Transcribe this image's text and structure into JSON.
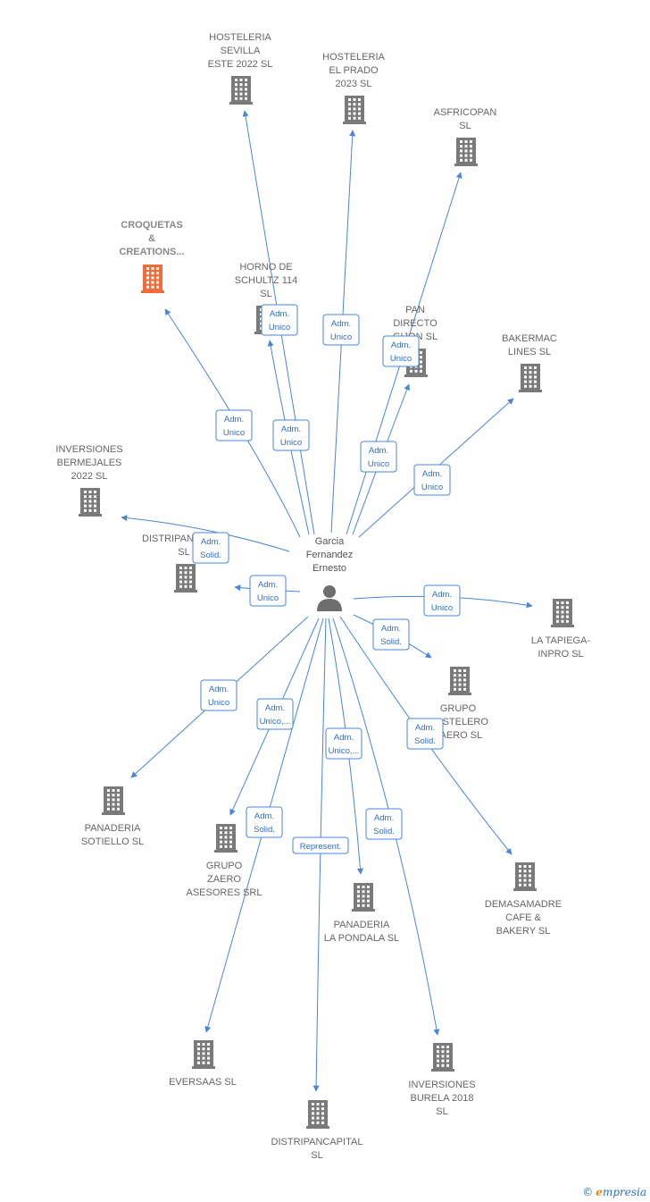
{
  "center": {
    "name_lines": [
      "Garcia",
      "Fernandez",
      "Ernesto"
    ],
    "icon": "person-icon"
  },
  "nodes": [
    {
      "id": "hosteleria-sevilla",
      "lines": [
        "HOSTELERIA",
        "SEVILLA",
        "ESTE 2022  SL"
      ],
      "icon": "building-icon"
    },
    {
      "id": "hosteleria-el-prado",
      "lines": [
        "HOSTELERIA",
        "EL PRADO",
        "2023  SL"
      ],
      "icon": "building-icon"
    },
    {
      "id": "asfricopan",
      "lines": [
        "ASFRICOPAN",
        "SL"
      ],
      "icon": "building-icon"
    },
    {
      "id": "croquetas",
      "lines": [
        "CROQUETAS",
        "&",
        "CREATIONS..."
      ],
      "icon": "building-icon",
      "highlight": true,
      "color": "#f26b3a"
    },
    {
      "id": "horno-de-schultz",
      "lines": [
        "HORNO DE",
        "SCHULTZ 114",
        "SL"
      ],
      "icon": "building-icon"
    },
    {
      "id": "pan-directo",
      "lines": [
        "PAN",
        "DIRECTO",
        "GIJON  SL"
      ],
      "icon": "building-icon"
    },
    {
      "id": "bakermac",
      "lines": [
        "BAKERMAC",
        "LINES  SL"
      ],
      "icon": "building-icon"
    },
    {
      "id": "inversiones-bermejales",
      "lines": [
        "INVERSIONES",
        "BERMEJALES",
        "2022  SL"
      ],
      "icon": "building-icon"
    },
    {
      "id": "distripandelbe",
      "lines": [
        "DISTRIPANDELBE",
        "SL"
      ],
      "icon": "building-icon"
    },
    {
      "id": "la-tapiega",
      "lines": [
        "LA TAPIEGA-",
        "INPRO SL"
      ],
      "icon": "building-icon"
    },
    {
      "id": "grupo-hostelero",
      "lines": [
        "GRUPO",
        "HOSTELERO",
        "ZAERO  SL"
      ],
      "icon": "building-icon"
    },
    {
      "id": "panaderia-sotiello",
      "lines": [
        "PANADERIA",
        "SOTIELLO  SL"
      ],
      "icon": "building-icon"
    },
    {
      "id": "grupo-zaero-asesores",
      "lines": [
        "GRUPO",
        "ZAERO",
        "ASESORES SRL"
      ],
      "icon": "building-icon"
    },
    {
      "id": "panaderia-la-pondala",
      "lines": [
        "PANADERIA",
        "LA PONDALA  SL"
      ],
      "icon": "building-icon"
    },
    {
      "id": "demasamadre",
      "lines": [
        "DEMASAMADRE",
        "CAFE &",
        "BAKERY  SL"
      ],
      "icon": "building-icon"
    },
    {
      "id": "eversaas",
      "lines": [
        "EVERSAAS  SL"
      ],
      "icon": "building-icon"
    },
    {
      "id": "inversiones-burela",
      "lines": [
        "INVERSIONES",
        "BURELA 2018",
        "SL"
      ],
      "icon": "building-icon"
    },
    {
      "id": "distripancapital",
      "lines": [
        "DISTRIPANCAPITAL",
        "SL"
      ],
      "icon": "building-icon"
    }
  ],
  "edges": [
    {
      "to": "hosteleria-sevilla",
      "lines": [
        "Adm.",
        "Unico"
      ]
    },
    {
      "to": "hosteleria-el-prado",
      "lines": [
        "Adm.",
        "Unico"
      ]
    },
    {
      "to": "asfricopan",
      "lines": [
        "Adm.",
        "Unico"
      ]
    },
    {
      "to": "croquetas",
      "lines": [
        "Adm.",
        "Unico"
      ]
    },
    {
      "to": "horno-de-schultz",
      "lines": [
        "Adm.",
        "Unico"
      ]
    },
    {
      "to": "pan-directo",
      "lines": [
        "Adm.",
        "Unico"
      ]
    },
    {
      "to": "bakermac",
      "lines": [
        "Adm.",
        "Unico"
      ]
    },
    {
      "to": "inversiones-bermejales",
      "lines": [
        "Adm.",
        "Solid."
      ]
    },
    {
      "to": "distripandelbe",
      "lines": [
        "Adm.",
        "Unico"
      ]
    },
    {
      "to": "la-tapiega",
      "lines": [
        "Adm.",
        "Unico"
      ]
    },
    {
      "to": "grupo-hostelero",
      "lines": [
        "Adm.",
        "Solid."
      ]
    },
    {
      "to": "panaderia-sotiello",
      "lines": [
        "Adm.",
        "Unico"
      ]
    },
    {
      "to": "grupo-zaero-asesores",
      "lines": [
        "Adm.",
        "Unico,..."
      ]
    },
    {
      "to": "panaderia-la-pondala",
      "lines": [
        "Adm.",
        "Unico,..."
      ]
    },
    {
      "to": "demasamadre",
      "lines": [
        "Adm.",
        "Solid."
      ]
    },
    {
      "to": "eversaas",
      "lines": [
        "Adm.",
        "Solid."
      ]
    },
    {
      "to": "inversiones-burela",
      "lines": [
        "Adm.",
        "Solid."
      ]
    },
    {
      "to": "distripancapital",
      "lines": [
        "Represent."
      ]
    },
    {
      "to": "horno-de-schultz",
      "lines": [
        "Adm.",
        "Unico"
      ]
    }
  ],
  "colors": {
    "edge": "#4a86d4",
    "building": "#7a7a7a",
    "highlight": "#f26b3a"
  },
  "brand": {
    "copyright": "©",
    "initial": "e",
    "rest": "mpresia"
  }
}
